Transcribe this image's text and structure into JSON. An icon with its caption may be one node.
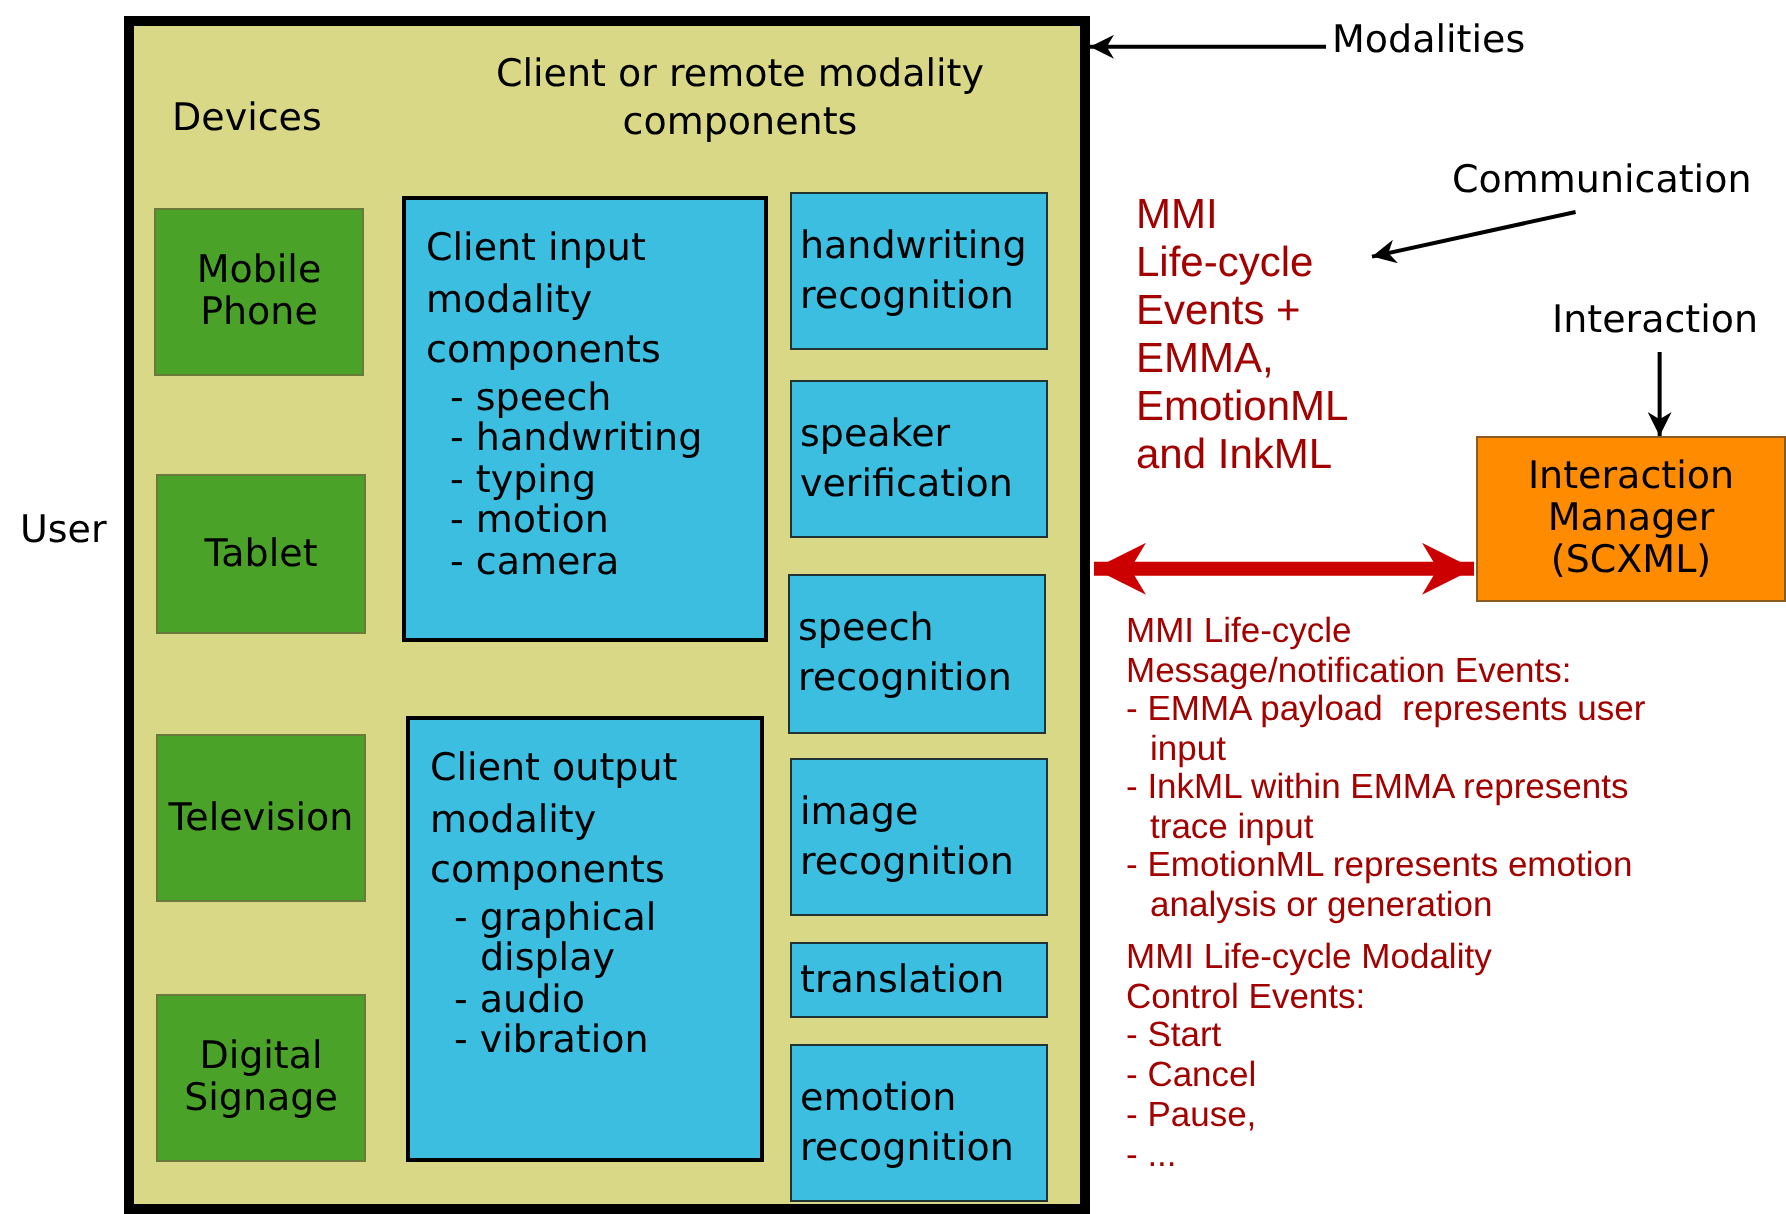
{
  "diagram": {
    "nodes": [
      {
        "text": [
          "Devices",
          "Client or remote modality components"
        ]
      },
      {
        "text": [
          "Mobile Phone"
        ],
        "in": 0
      },
      {
        "text": [
          "Tablet"
        ],
        "in": 0
      },
      {
        "text": [
          "Television"
        ],
        "in": 0
      },
      {
        "text": [
          "Digital Signage"
        ],
        "in": 0
      },
      {
        "text": [
          "Client input modality components",
          "- speech",
          "- handwriting",
          "- typing",
          "- motion",
          "- camera"
        ],
        "in": 0
      },
      {
        "text": [
          "Client output modality components",
          "- graphical display",
          "- audio",
          "- vibration"
        ],
        "in": 0
      },
      {
        "text": [
          "handwriting recognition"
        ],
        "in": 0
      },
      {
        "text": [
          "speaker verification"
        ],
        "in": 0
      },
      {
        "text": [
          "speech recognition"
        ],
        "in": 0
      },
      {
        "text": [
          "image recognition"
        ],
        "in": 0
      },
      {
        "text": [
          "translation"
        ],
        "in": 0
      },
      {
        "text": [
          "emotion recognition"
        ],
        "in": 0
      },
      {
        "text": [
          "Interaction Manager (SCXML)"
        ]
      },
      {
        "text": [
          "Modalities"
        ]
      },
      {
        "text": [
          "Communication"
        ]
      },
      {
        "text": [
          "MMI Life-cycle Events + EMMA, EmotionML and InkML"
        ]
      },
      {
        "text": [
          "Interaction"
        ]
      }
    ],
    "edges": [
      {
        "from": 14,
        "to": 0,
        "arrow": "to"
      },
      {
        "from": 15,
        "to": 16,
        "arrow": "to"
      },
      {
        "from": 17,
        "to": 13,
        "arrow": "to"
      },
      {
        "from": 0,
        "to": 13,
        "arrow": "both",
        "style": "thick",
        "color": "#cc0000"
      }
    ],
    "labels": [
      "User",
      "MMI Life-cycle Message/notification Events:",
      "- EMMA payload  represents user input",
      "- InkML within EMMA represents trace input",
      "- EmotionML represents emotion analysis or generation",
      "MMI Life-cycle Modality Control Events:",
      "- Start",
      "- Cancel",
      "- Pause,",
      "- ..."
    ]
  }
}
